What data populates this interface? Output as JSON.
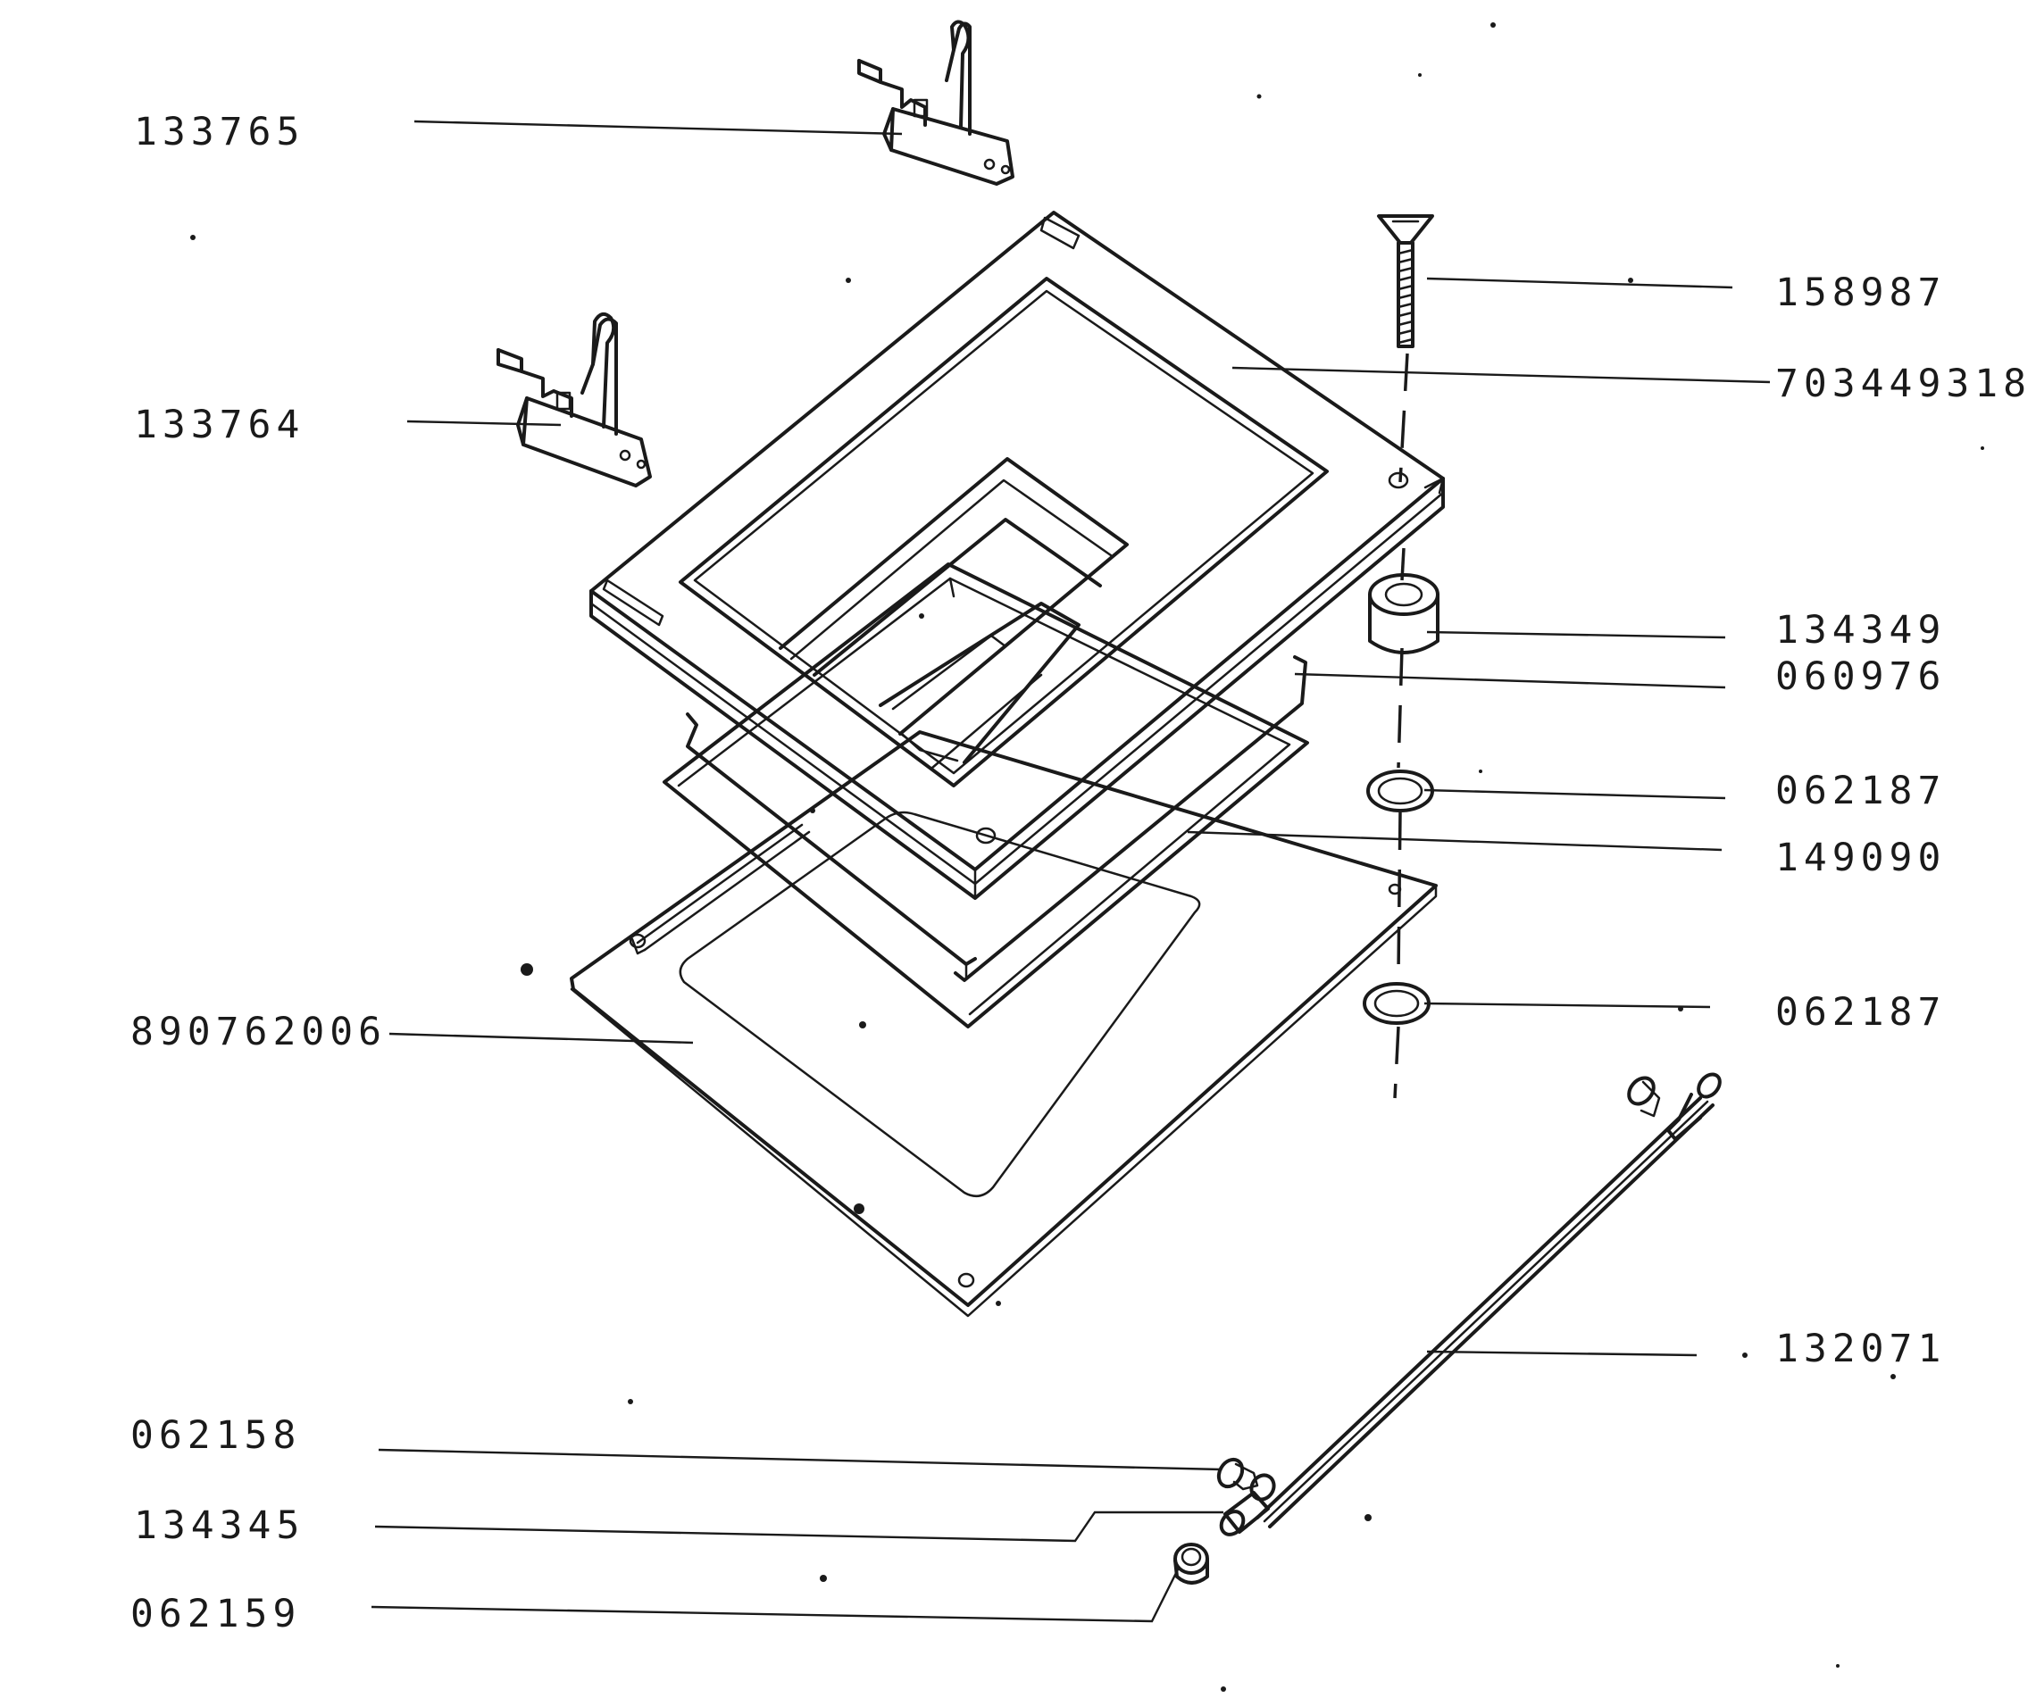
{
  "diagram": {
    "labels": {
      "p133765": "133765",
      "p133764": "133764",
      "p158987": "158987",
      "p703449318": "703449318",
      "p134349": "134349",
      "p060976": "060976",
      "p062187_upper": "062187",
      "p149090": "149090",
      "p062187_lower": "062187",
      "p890762006": "890762006",
      "p132071": "132071",
      "p062158": "062158",
      "p134345": "134345",
      "p062159": "062159"
    }
  }
}
